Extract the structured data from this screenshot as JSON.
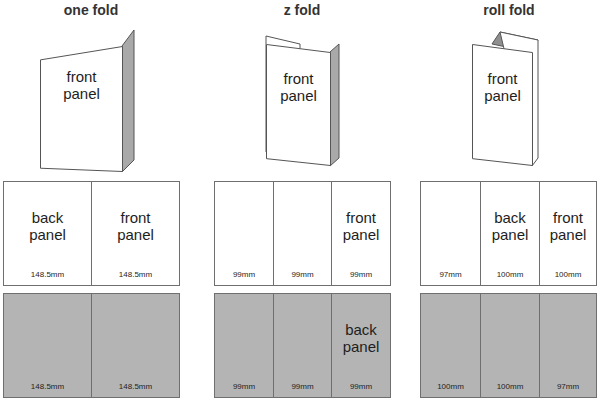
{
  "diagram": {
    "nodes": [
      {
        "text": [
          "front panel"
        ]
      },
      {
        "text": [
          "front panel"
        ]
      },
      {
        "text": [
          "front panel"
        ]
      },
      {
        "text": [
          "back panel",
          "148.5mm"
        ]
      },
      {
        "text": [
          "front panel",
          "148.5mm"
        ]
      },
      {
        "text": [
          "99mm"
        ]
      },
      {
        "text": [
          "99mm"
        ]
      },
      {
        "text": [
          "front panel",
          "99mm"
        ]
      },
      {
        "text": [
          "97mm"
        ]
      },
      {
        "text": [
          "back panel",
          "100mm"
        ]
      },
      {
        "text": [
          "front panel",
          "100mm"
        ]
      },
      {
        "text": [
          "148.5mm"
        ]
      },
      {
        "text": [
          "148.5mm"
        ]
      },
      {
        "text": [
          "99mm"
        ]
      },
      {
        "text": [
          "99mm"
        ]
      },
      {
        "text": [
          "back panel",
          "99mm"
        ]
      },
      {
        "text": [
          "100mm"
        ]
      },
      {
        "text": [
          "100mm"
        ]
      },
      {
        "text": [
          "97mm"
        ]
      }
    ],
    "labels": [
      "one fold",
      "z fold",
      "roll fold"
    ]
  }
}
